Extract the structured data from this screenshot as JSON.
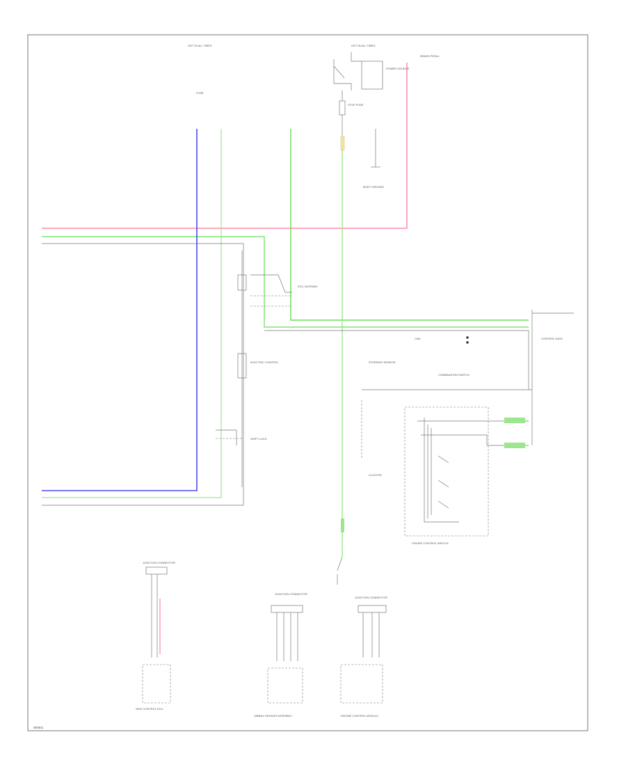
{
  "colors": {
    "red": "#ff7090",
    "green": "#66dd55",
    "blue": "#4a4aee",
    "light_green": "#9ce690",
    "line": "#777777"
  },
  "labels": {
    "hot_at_left": "HOT IN ALL TIMES",
    "hot_at_center": "HOT IN ALL TIMES",
    "power_source_relay": "POWER SOURCE",
    "fuse_box": "FUSE",
    "brake_pedal_relay": "BRAKE PEDAL",
    "stop_light_fuse": "STOP FUSE",
    "body_ground": "BODY GROUND",
    "ecu_gateway": "ECU GATEWAY",
    "electric_combination": "ELECTRIC CONTROL",
    "connector_can": "CAN",
    "control_data": "CONTROL DATA",
    "shift_lock_ecu": "SHIFT LOCK",
    "steering_sensor": "STEERING SENSOR",
    "combination_switch": "COMBINATION SWITCH",
    "cruise_ctrl_switch": "CRUISE CONTROL SWITCH",
    "cluster": "CLUSTER",
    "junction_conn_1": "JUNCTION CONNECTOR",
    "junction_conn_2": "JUNCTION CONNECTOR",
    "junction_conn_3": "JUNCTION CONNECTOR",
    "skid_control_ecu": "SKID CONTROL ECU",
    "airbag_assembly": "AIRBAG SENSOR ASSEMBLY",
    "engine_ecu": "ENGINE CONTROL MODULE",
    "footer_id": "W0001"
  }
}
